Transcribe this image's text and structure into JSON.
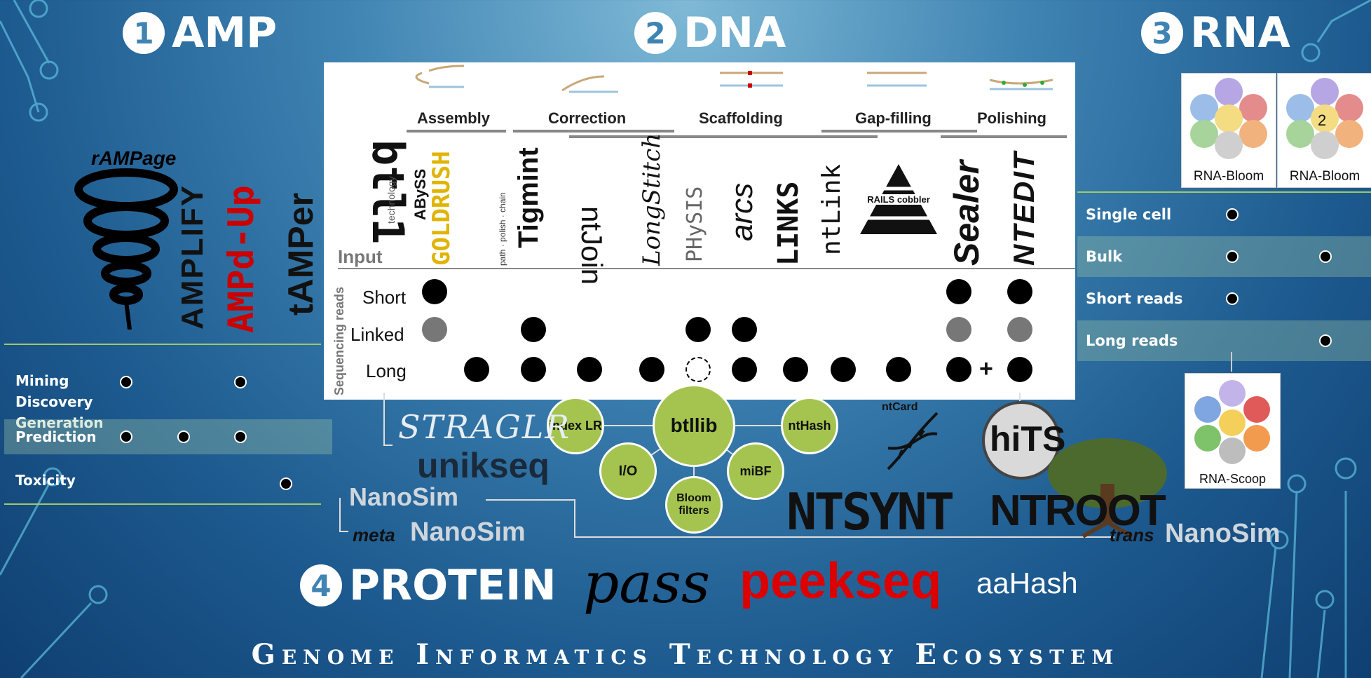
{
  "sections": {
    "amp": {
      "num": "1",
      "title": "AMP"
    },
    "dna": {
      "num": "2",
      "title": "DNA"
    },
    "rna": {
      "num": "3",
      "title": "RNA"
    },
    "protein": {
      "num": "4",
      "title": "PROTEIN"
    }
  },
  "footer": "Genome Informatics Technology Ecosystem",
  "dna": {
    "categories": [
      "Assembly",
      "Correction",
      "Scaffolding",
      "Gap-filling",
      "Polishing"
    ],
    "input_label": "Input",
    "input_logo": "btl1",
    "input_sub": "technology",
    "axis_label": "Sequencing reads",
    "rows": [
      "Short",
      "Linked",
      "Long"
    ],
    "tools": [
      "ABySS",
      "GOLDRUSH",
      "Tigmint",
      "ntJoin",
      "LongStitch",
      "PHySIS",
      "arcs",
      "LINKS",
      "ntLink",
      "RAILS cobbler",
      "Sealer",
      "NTEDIT"
    ],
    "goldrush_sub": "path · polish · chain",
    "plus": "+"
  },
  "amp": {
    "logos": [
      "rAMPage",
      "AMPLIFY",
      "AMPd-Up",
      "tAMPer"
    ],
    "rows": [
      {
        "label": "Mining\nDiscovery\nGeneration"
      },
      {
        "label": "Prediction"
      },
      {
        "label": "Toxicity"
      }
    ]
  },
  "rna": {
    "cards": [
      "RNA-Bloom",
      "RNA-Bloom",
      "RNA-Scoop"
    ],
    "card2_num": "2",
    "rows": [
      "Single cell",
      "Bulk",
      "Short reads",
      "Long reads"
    ]
  },
  "btllib": {
    "center": "btllib",
    "nodes": [
      "index LR",
      "I/O",
      "Bloom filters",
      "miBF",
      "ntHash"
    ]
  },
  "bottom_tools": {
    "straglr": "STRAGLR",
    "unikseq": "unikseq",
    "nanosim": "NanoSim",
    "meta": "meta",
    "ntcard": "ntCard",
    "hits": "hiTS",
    "ntsynt": "NTSYNT",
    "ntroot": "NTROOT",
    "trans": "trans",
    "pass": "pass",
    "peekseq": "peekseq",
    "aahash": "aaHash"
  }
}
